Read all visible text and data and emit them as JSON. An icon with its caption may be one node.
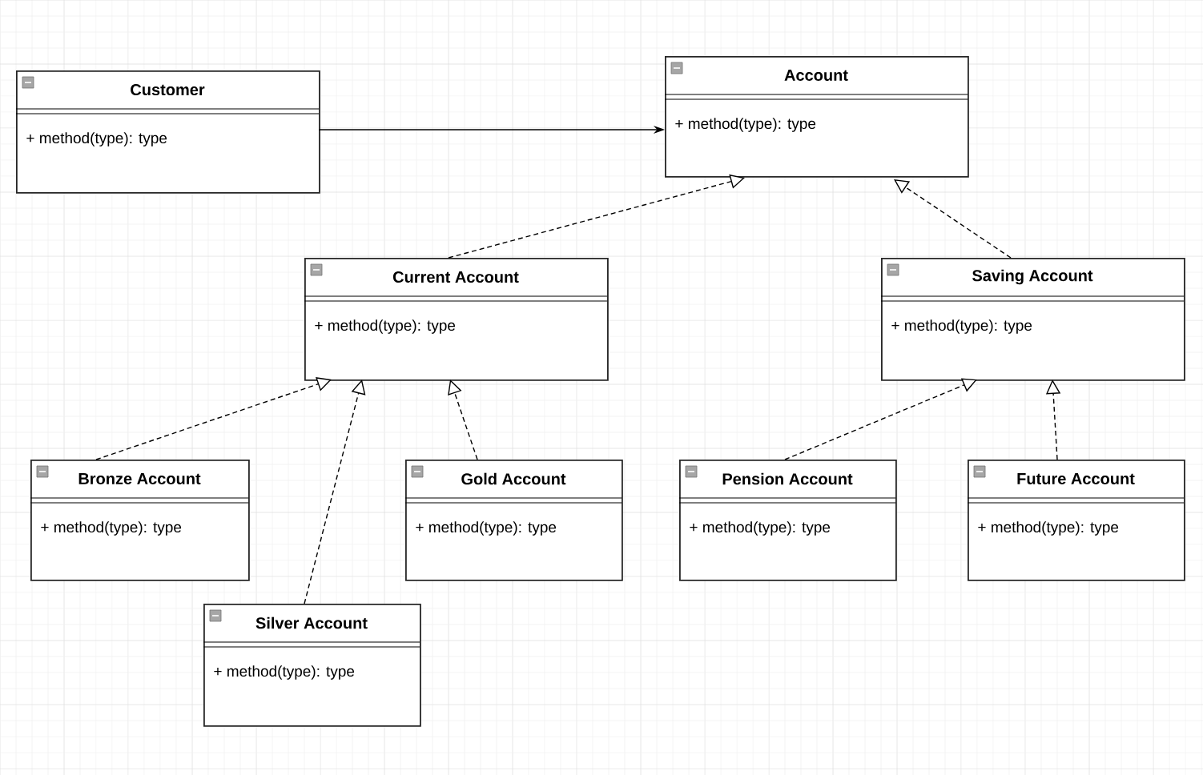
{
  "diagram": {
    "nodes": [
      {
        "text": [
          "Customer",
          "+ method(type): type"
        ]
      },
      {
        "text": [
          "Account",
          "+ method(type): type"
        ]
      },
      {
        "text": [
          "Current Account",
          "+ method(type): type"
        ]
      },
      {
        "text": [
          "Saving Account",
          "+ method(type): type"
        ]
      },
      {
        "text": [
          "Bronze Account",
          "+ method(type): type"
        ]
      },
      {
        "text": [
          "Gold Account",
          "+ method(type): type"
        ]
      },
      {
        "text": [
          "Pension Account",
          "+ method(type): type"
        ]
      },
      {
        "text": [
          "Future Account",
          "+ method(type): type"
        ]
      },
      {
        "text": [
          "Silver Account",
          "+ method(type): type"
        ]
      }
    ],
    "edges": [
      {
        "from": 0,
        "to": 1,
        "arrow": "to"
      },
      {
        "from": 2,
        "to": 1,
        "arrow": "to",
        "style": "dashed"
      },
      {
        "from": 3,
        "to": 1,
        "arrow": "to",
        "style": "dashed"
      },
      {
        "from": 4,
        "to": 2,
        "arrow": "to",
        "style": "dashed"
      },
      {
        "from": 8,
        "to": 2,
        "arrow": "to",
        "style": "dashed"
      },
      {
        "from": 5,
        "to": 2,
        "arrow": "to",
        "style": "dashed"
      },
      {
        "from": 6,
        "to": 3,
        "arrow": "to",
        "style": "dashed"
      },
      {
        "from": 7,
        "to": 3,
        "arrow": "to",
        "style": "dashed"
      }
    ]
  }
}
